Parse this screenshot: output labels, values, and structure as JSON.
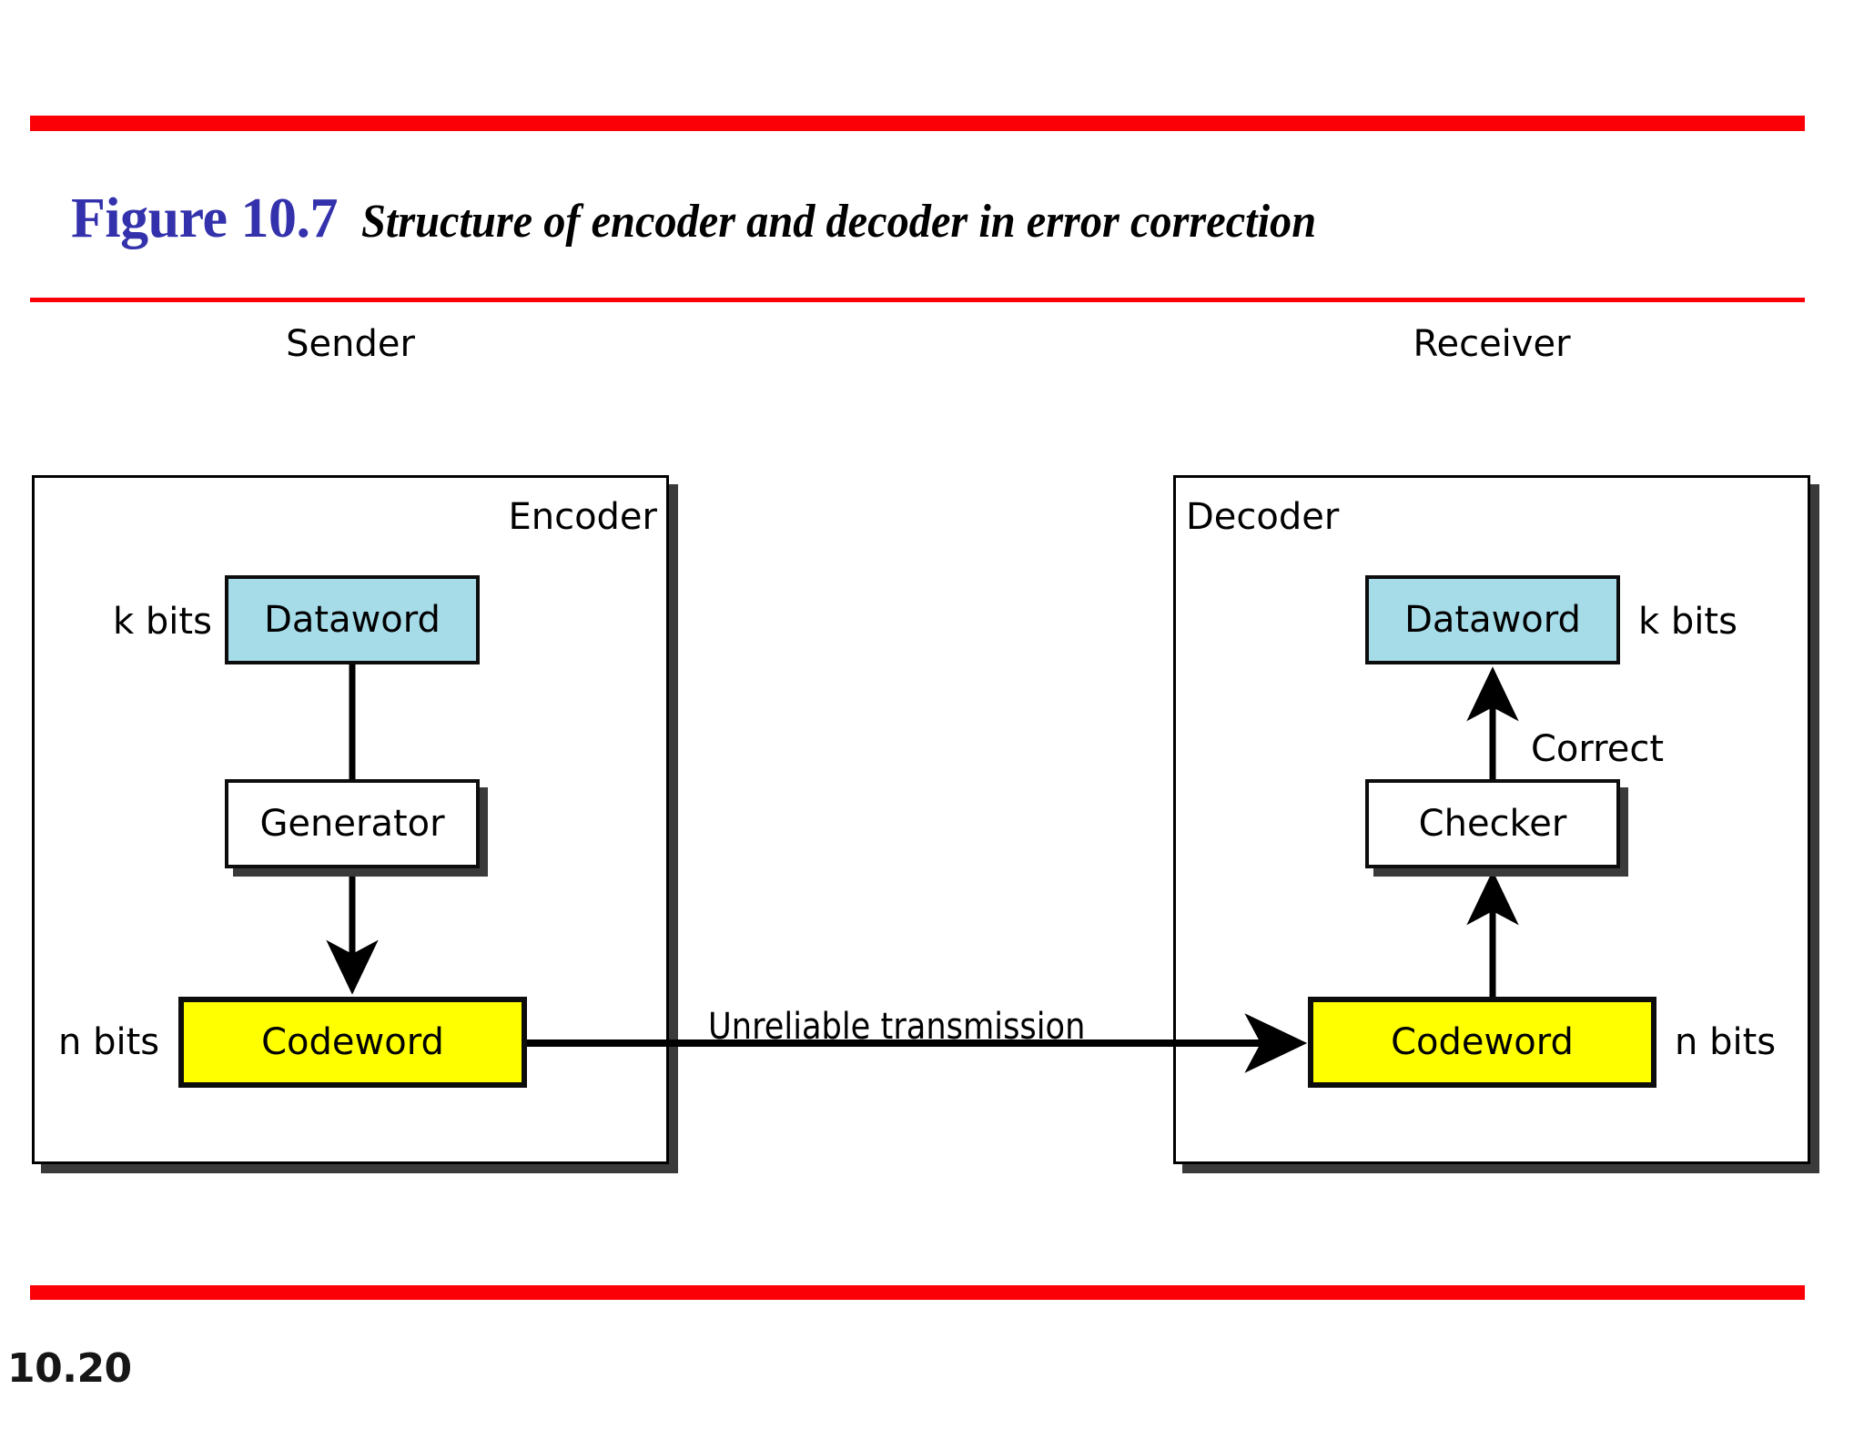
{
  "slide": {
    "page_number": "10.20",
    "accent_color": "#fb0007",
    "figure_label_color": "#3331ab"
  },
  "title": {
    "figure_label": "Figure 10.7",
    "caption": "Structure of encoder and decoder in error correction"
  },
  "diagram": {
    "sender": {
      "outer_label": "Sender",
      "inner_label": "Encoder",
      "dataword": {
        "text": "Dataword",
        "bits": "k bits",
        "color": "#a6dbe8"
      },
      "generator": {
        "text": "Generator",
        "color": "#ffffff"
      },
      "codeword": {
        "text": "Codeword",
        "bits": "n bits",
        "color": "#ffff00"
      }
    },
    "channel": {
      "label": "Unreliable transmission"
    },
    "receiver": {
      "outer_label": "Receiver",
      "inner_label": "Decoder",
      "dataword": {
        "text": "Dataword",
        "bits": "k bits",
        "color": "#a6dbe8"
      },
      "checker": {
        "text": "Checker",
        "color": "#ffffff"
      },
      "codeword": {
        "text": "Codeword",
        "bits": "n bits",
        "color": "#ffff00"
      },
      "correct_label": "Correct"
    }
  }
}
